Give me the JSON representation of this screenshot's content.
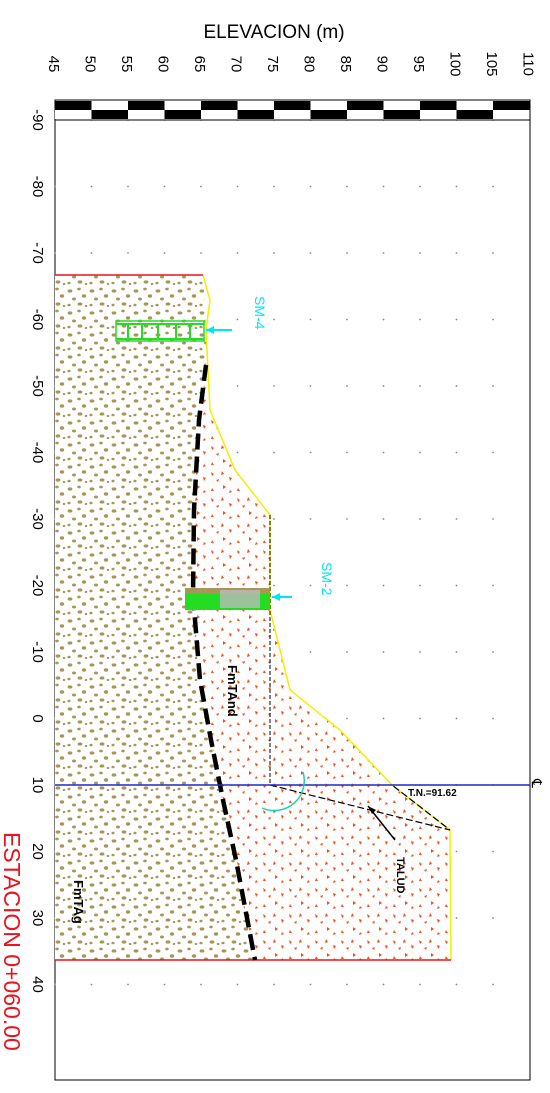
{
  "axis": {
    "elevation_title": "ELEVACION (m)",
    "elevation_ticks": [
      "45",
      "50",
      "55",
      "60",
      "65",
      "70",
      "75",
      "80",
      "85",
      "90",
      "95",
      "100",
      "105",
      "110"
    ],
    "station_ticks": [
      "-90",
      "-80",
      "-70",
      "-60",
      "-50",
      "-40",
      "-30",
      "-20",
      "-10",
      "0",
      "10",
      "20",
      "30",
      "40"
    ]
  },
  "labels": {
    "station": "ESTACION  0+060.00",
    "unit_andesite": "FmTAnd",
    "unit_gravel": "FmTAg",
    "boring_1": "SM-4",
    "boring_2": "SM-2",
    "terrain": "T.N.=91.62",
    "slope": "TALUD",
    "centerline": "℄"
  },
  "colors": {
    "title": "#000000",
    "station_label": "#e8141e",
    "boring": "#00e5ff",
    "centerline": "#1e28c8",
    "terrain_line": "#f0f000",
    "section_edge": "#e8141e",
    "andesite_hatch": "#ff4a14",
    "gravel_hatch": "#a8955a",
    "boring_log": "#22dd22"
  }
}
